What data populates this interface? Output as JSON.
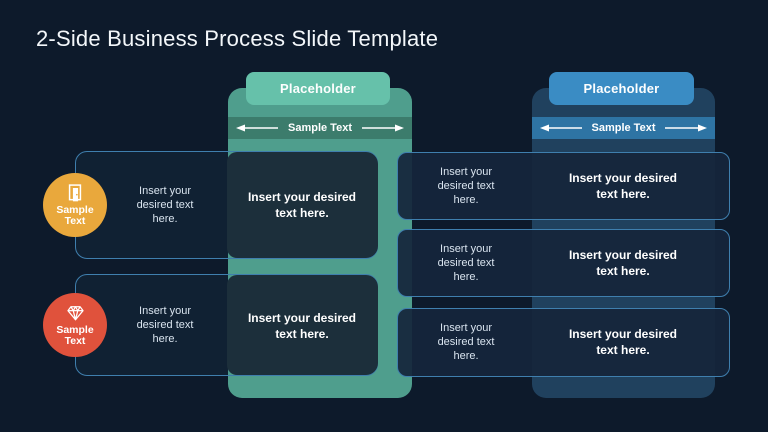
{
  "slide": {
    "title": "2-Side Business Process Slide Template"
  },
  "left_panel": {
    "placeholder": "Placeholder",
    "band": "Sample Text",
    "rows": [
      {
        "badge": "Sample Text",
        "icon": "door-icon",
        "note": "Insert your desired text here.",
        "detail": "Insert your desired text here."
      },
      {
        "badge": "Sample Text",
        "icon": "diamond-icon",
        "note": "Insert your desired text here.",
        "detail": "Insert your desired text here."
      }
    ]
  },
  "right_panel": {
    "placeholder": "Placeholder",
    "band": "Sample Text",
    "rows": [
      {
        "note": "Insert your desired text here.",
        "detail": "Insert your desired text here."
      },
      {
        "note": "Insert your desired text here.",
        "detail": "Insert your desired text here."
      },
      {
        "note": "Insert your desired text here.",
        "detail": "Insert your desired text here."
      }
    ]
  },
  "colors": {
    "background": "#0D1A2B",
    "teal_body": "#4F9E8D",
    "teal_band": "#3C7C6C",
    "teal_button": "#66C1AA",
    "blue_body": "#20415E",
    "blue_band": "#2E74A4",
    "blue_button": "#3A8CC4",
    "badge_orange": "#E9A83C",
    "badge_red": "#E0523C",
    "row_outline": "#3F7FAE",
    "dark_box": "#1C2F3B",
    "title_text": "#F3F7FA",
    "note_text": "#D9E4EF"
  }
}
